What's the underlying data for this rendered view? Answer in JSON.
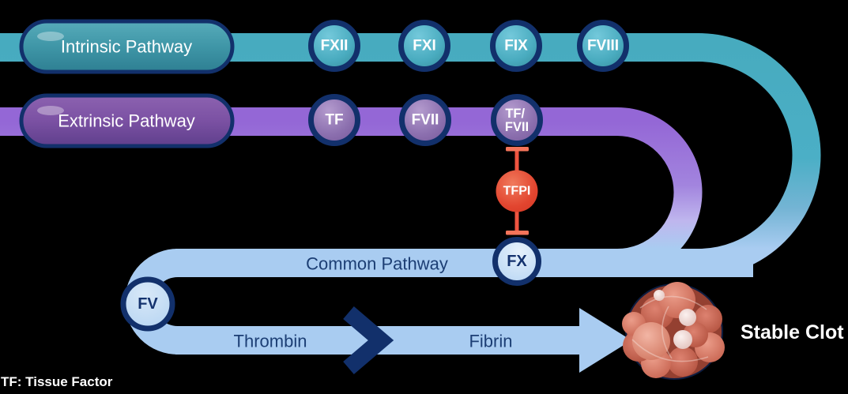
{
  "intrinsic": {
    "label": "Intrinsic Pathway",
    "factors": {
      "fxii": "FXII",
      "fxi": "FXI",
      "fix": "FIX",
      "fviii": "FVIII"
    }
  },
  "extrinsic": {
    "label": "Extrinsic Pathway",
    "factors": {
      "tf": "TF",
      "fvii": "FVII",
      "tf_fvii_top": "TF/",
      "tf_fvii_bottom": "FVII"
    }
  },
  "inhibitor": {
    "label": "TFPI"
  },
  "common": {
    "label": "Common Pathway",
    "factors": {
      "fx": "FX",
      "fv": "FV"
    },
    "products": {
      "thrombin": "Thrombin",
      "fibrin": "Fibrin"
    }
  },
  "result": {
    "label": "Stable Clot"
  },
  "footnote": "TF: Tissue Factor",
  "colors": {
    "intrinsic_band": "#47abbf",
    "extrinsic_band": "#9467d6",
    "common_band": "#a9ccf1",
    "node_ring_navy": "#12306b",
    "inhibitor_red": "#e2452f",
    "text_navy": "#1c3e74",
    "text_white": "#ffffff",
    "background": "#000000"
  }
}
